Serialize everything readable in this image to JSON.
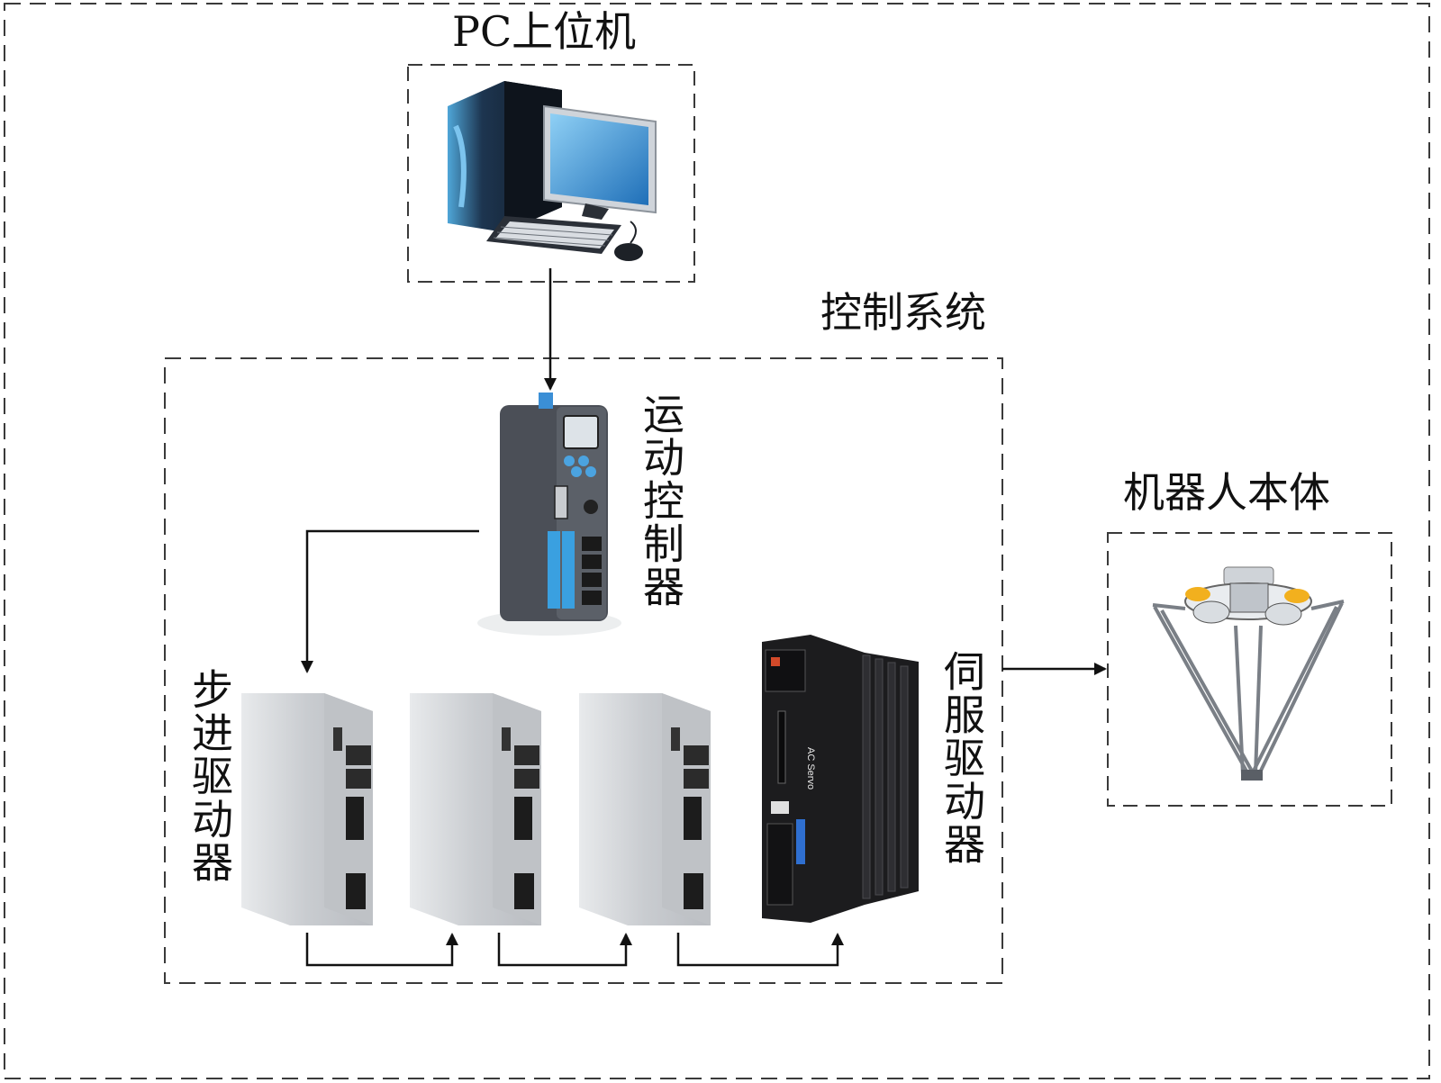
{
  "labels": {
    "pc": "PC上位机",
    "control_system": "控制系统",
    "motion_controller": "运动控制器",
    "stepper_driver": "步进驱动器",
    "servo_driver": "伺服驱动器",
    "robot_body": "机器人本体"
  },
  "device_text": {
    "servo_model": "AC Servo"
  },
  "colors": {
    "dash": "#3a3a3a",
    "arrow": "#111111",
    "monitor_screen": "#2f8fd6",
    "tower": "#1e2a3a",
    "controller_body": "#4b4f57",
    "terminal_blue": "#3aa0e0",
    "driver_body": "#d3d6da",
    "servo_body": "#1c1c1e",
    "robot_accent": "#f2b01e"
  },
  "icons": [
    "pc-computer-icon",
    "motion-controller-icon",
    "stepper-driver-icon",
    "servo-driver-icon",
    "delta-robot-icon"
  ]
}
